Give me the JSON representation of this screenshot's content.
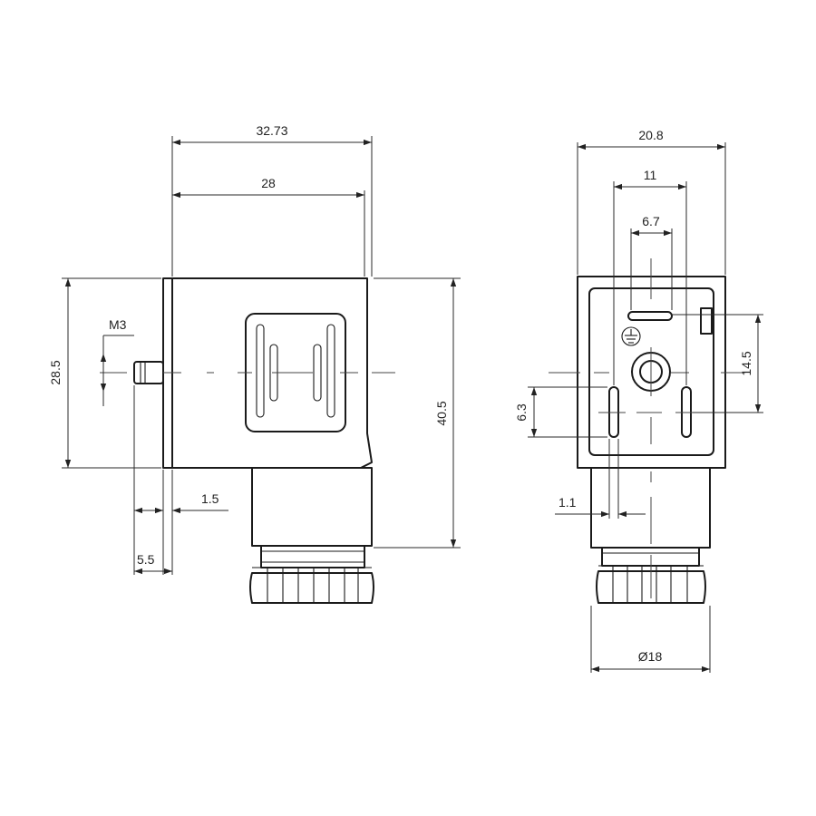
{
  "side_view": {
    "overall_width": "32.73",
    "body_width": "28",
    "body_height": "28.5",
    "total_height": "40.5",
    "screw_thread": "M3",
    "screw_projection": "5.5",
    "plate_thickness": "1.5"
  },
  "front_view": {
    "overall_width": "20.8",
    "pin_spacing_outer": "11",
    "pin_spacing_inner": "6.7",
    "pin_offset_vertical": "14.5",
    "pin_length": "6.3",
    "pin_width": "1.1",
    "cable_gland_diameter": "Ø18"
  },
  "icons": {
    "ground_symbol": "ground-icon",
    "arrow": "dimension-arrow-icon"
  }
}
